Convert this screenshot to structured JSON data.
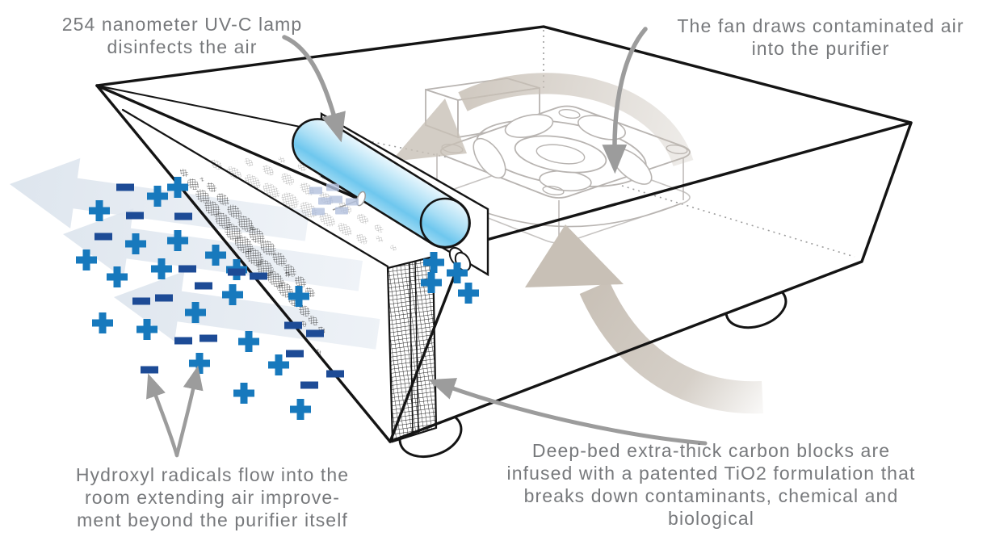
{
  "page": {
    "background": "#ffffff"
  },
  "diagram": {
    "labels": {
      "uv_lamp": "254 nanometer UV-C lamp\ndisinfects the air",
      "fan": "The fan draws contaminated air\ninto the purifier",
      "hydroxyl": "Hydroxyl radicals flow into the\nroom extending air improve-\nment beyond the purifier itself",
      "carbon": "Deep-bed extra-thick carbon blocks are\ninfused with a patented TiO2 formulation that\nbreaks down contaminants, chemical and\nbiological"
    },
    "colors": {
      "label_text": "#77797c",
      "outline": "#141414",
      "fan_line": "#b8b4b1",
      "pointer": "#9c9c9c",
      "positive_ion": "#1779bd",
      "negative_ion": "#1d4b96",
      "faded_ion": "#b3c0dd",
      "lamp_blue_light": "#eaf7fd",
      "lamp_blue": "#6ec7ee",
      "airflow_light": "#dce4ed",
      "airflow_warm": "#c8c0b6"
    }
  }
}
